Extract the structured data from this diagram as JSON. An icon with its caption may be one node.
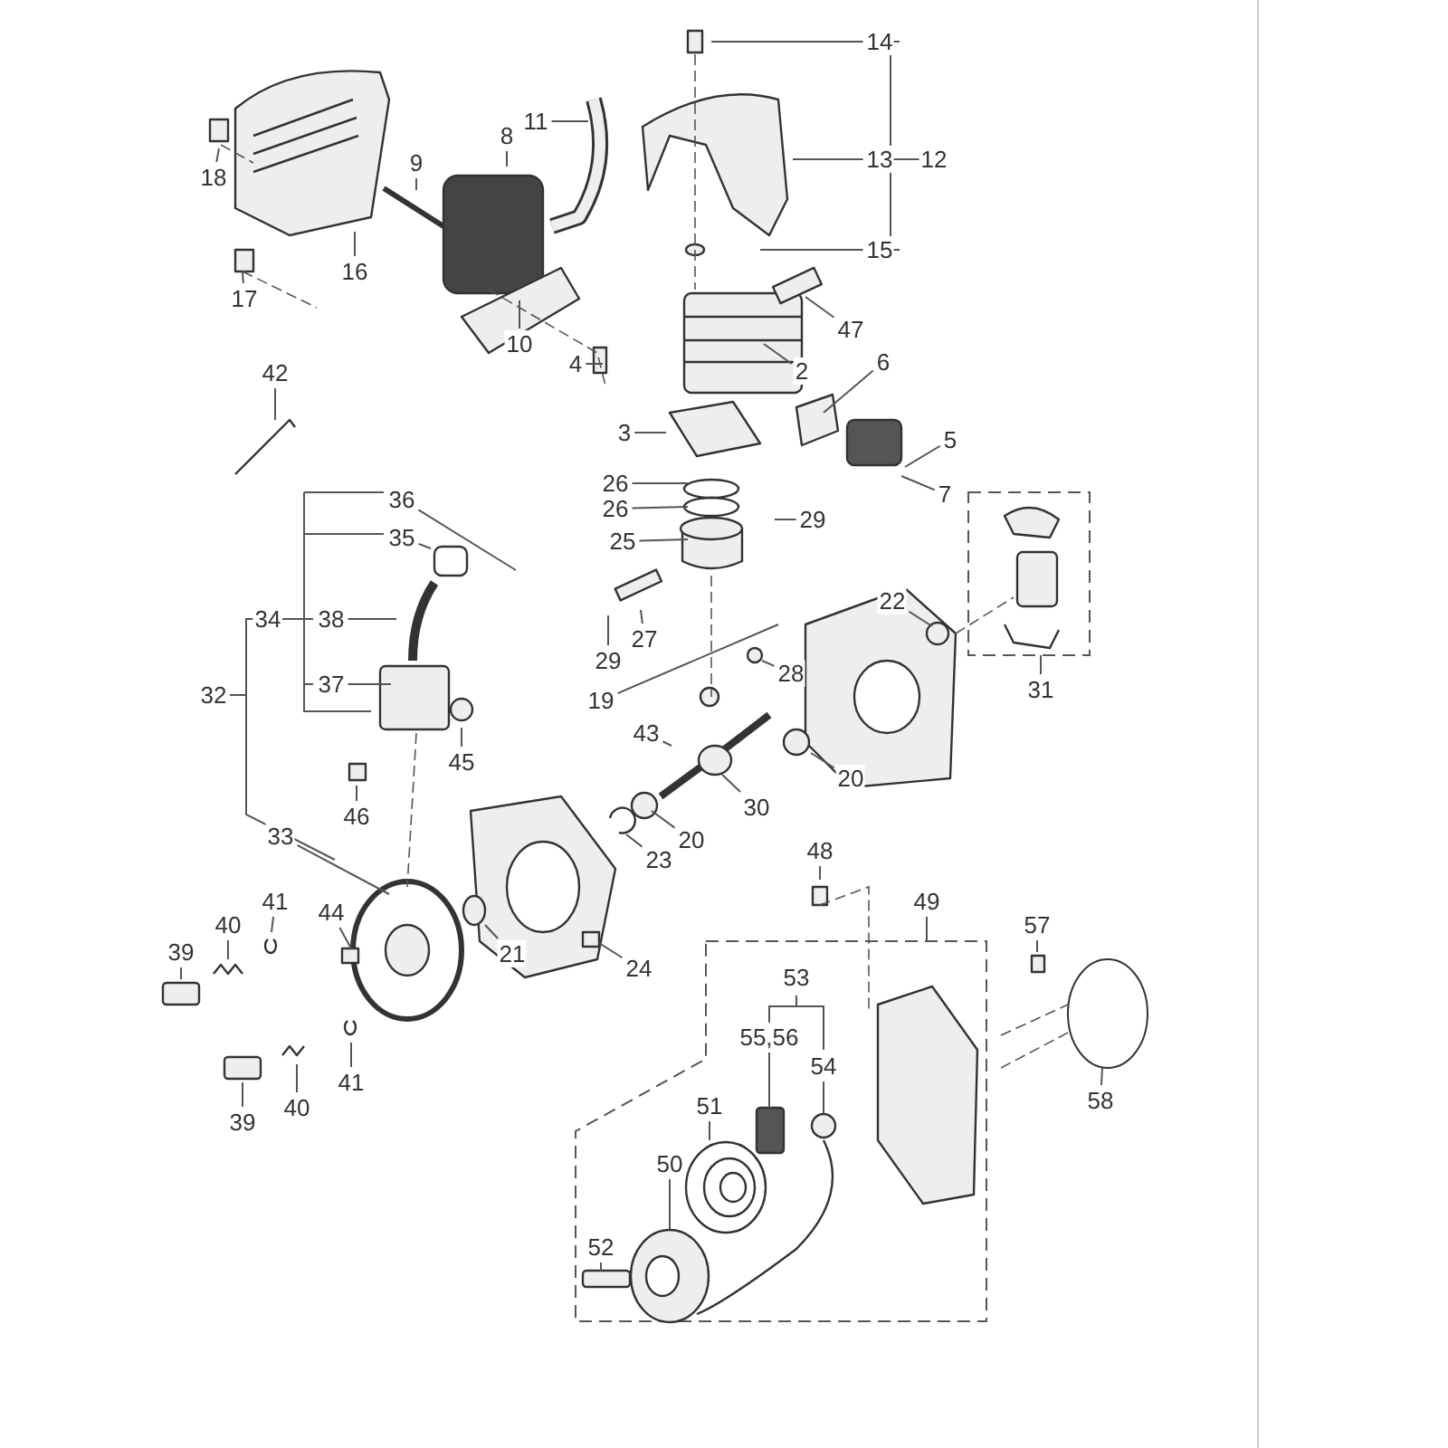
{
  "diagram": {
    "nodes": [
      {
        "text": [
          "14"
        ]
      },
      {
        "text": [
          "11"
        ]
      },
      {
        "text": [
          "8"
        ]
      },
      {
        "text": [
          "13"
        ]
      },
      {
        "text": [
          "12"
        ]
      },
      {
        "text": [
          "9"
        ]
      },
      {
        "text": [
          "18"
        ]
      },
      {
        "text": [
          "15"
        ]
      },
      {
        "text": [
          "16"
        ]
      },
      {
        "text": [
          "17"
        ]
      },
      {
        "text": [
          "47"
        ]
      },
      {
        "text": [
          "10"
        ]
      },
      {
        "text": [
          "4"
        ]
      },
      {
        "text": [
          "6"
        ]
      },
      {
        "text": [
          "2"
        ]
      },
      {
        "text": [
          "42"
        ]
      },
      {
        "text": [
          "3"
        ]
      },
      {
        "text": [
          "5"
        ]
      },
      {
        "text": [
          "26"
        ]
      },
      {
        "text": [
          "7"
        ]
      },
      {
        "text": [
          "36"
        ]
      },
      {
        "text": [
          "26"
        ]
      },
      {
        "text": [
          "29"
        ]
      },
      {
        "text": [
          "35"
        ]
      },
      {
        "text": [
          "25"
        ]
      },
      {
        "text": [
          "22"
        ]
      },
      {
        "text": [
          "34"
        ]
      },
      {
        "text": [
          "38"
        ]
      },
      {
        "text": [
          "27"
        ]
      },
      {
        "text": [
          "29"
        ]
      },
      {
        "text": [
          "37"
        ]
      },
      {
        "text": [
          "28"
        ]
      },
      {
        "text": [
          "31"
        ]
      },
      {
        "text": [
          "32"
        ]
      },
      {
        "text": [
          "19"
        ]
      },
      {
        "text": [
          "43"
        ]
      },
      {
        "text": [
          "20"
        ]
      },
      {
        "text": [
          "45"
        ]
      },
      {
        "text": [
          "30"
        ]
      },
      {
        "text": [
          "46"
        ]
      },
      {
        "text": [
          "33"
        ]
      },
      {
        "text": [
          "20"
        ]
      },
      {
        "text": [
          "48"
        ]
      },
      {
        "text": [
          "23"
        ]
      },
      {
        "text": [
          "49"
        ]
      },
      {
        "text": [],
        "shape": "box"
      },
      {
        "text": [
          "44"
        ]
      },
      {
        "text": [
          "41"
        ]
      },
      {
        "text": [
          "57"
        ]
      },
      {
        "text": [
          "40"
        ]
      },
      {
        "text": [
          "21"
        ]
      },
      {
        "text": [
          "39"
        ]
      },
      {
        "text": [
          "24"
        ]
      },
      {
        "text": [
          "53"
        ],
        "in": 45
      },
      {
        "text": [
          "55,56"
        ],
        "in": 45
      },
      {
        "text": [
          "54"
        ],
        "in": 45
      },
      {
        "text": [
          "41"
        ]
      },
      {
        "text": [
          "58"
        ]
      },
      {
        "text": [
          "40"
        ]
      },
      {
        "text": [
          "51"
        ],
        "in": 45
      },
      {
        "text": [
          "39"
        ]
      },
      {
        "text": [
          "50"
        ],
        "in": 45
      },
      {
        "text": [
          "52"
        ],
        "in": 45
      },
      {
        "text": [],
        "shape": "box"
      },
      {
        "text": [],
        "shape": "box",
        "in": 45
      },
      {
        "text": [],
        "shape": "circle",
        "in": 45
      },
      {
        "text": [],
        "shape": "picture",
        "in": 45
      },
      {
        "text": [],
        "shape": "picture",
        "in": 45
      },
      {
        "text": [],
        "shape": "box",
        "in": 45
      }
    ],
    "edges": [
      {
        "from": 0,
        "to": null,
        "arrow": "none"
      },
      {
        "from": 1,
        "to": null,
        "arrow": "none"
      },
      {
        "from": 2,
        "to": null,
        "arrow": "none"
      },
      {
        "from": 3,
        "to": null,
        "arrow": "none"
      },
      {
        "from": 5,
        "to": null,
        "arrow": "none"
      },
      {
        "from": 6,
        "to": null,
        "arrow": "none"
      },
      {
        "from": 7,
        "to": null,
        "arrow": "none"
      },
      {
        "from": 8,
        "to": null,
        "arrow": "none"
      },
      {
        "from": 9,
        "to": null,
        "arrow": "none"
      },
      {
        "from": 10,
        "to": null,
        "arrow": "none"
      },
      {
        "from": 11,
        "to": null,
        "arrow": "none"
      },
      {
        "from": 12,
        "to": null,
        "arrow": "none"
      },
      {
        "from": 13,
        "to": null,
        "arrow": "none"
      },
      {
        "from": 14,
        "to": null,
        "arrow": "none"
      },
      {
        "from": 15,
        "to": null,
        "arrow": "none"
      },
      {
        "from": 16,
        "to": null,
        "arrow": "none"
      },
      {
        "from": 17,
        "to": null,
        "arrow": "none"
      },
      {
        "from": 18,
        "to": null,
        "arrow": "none"
      },
      {
        "from": 19,
        "to": null,
        "arrow": "none"
      },
      {
        "from": 20,
        "to": null,
        "arrow": "none"
      },
      {
        "from": 21,
        "to": null,
        "arrow": "none"
      },
      {
        "from": 22,
        "to": null,
        "arrow": "none"
      },
      {
        "from": 23,
        "to": null,
        "arrow": "none"
      },
      {
        "from": 24,
        "to": null,
        "arrow": "none"
      },
      {
        "from": 25,
        "to": null,
        "arrow": "none"
      },
      {
        "from": 27,
        "to": null,
        "arrow": "none"
      },
      {
        "from": 28,
        "to": null,
        "arrow": "none"
      },
      {
        "from": 29,
        "to": null,
        "arrow": "none"
      },
      {
        "from": 30,
        "to": null,
        "arrow": "none"
      },
      {
        "from": 31,
        "to": null,
        "arrow": "none"
      },
      {
        "from": 32,
        "to": 63,
        "arrow": "none"
      },
      {
        "from": 34,
        "to": null,
        "arrow": "none"
      },
      {
        "from": 35,
        "to": null,
        "arrow": "none"
      },
      {
        "from": 36,
        "to": null,
        "arrow": "none"
      },
      {
        "from": 37,
        "to": null,
        "arrow": "none"
      },
      {
        "from": 38,
        "to": null,
        "arrow": "none"
      },
      {
        "from": 39,
        "to": null,
        "arrow": "none"
      },
      {
        "from": 40,
        "to": null,
        "arrow": "none"
      },
      {
        "from": 41,
        "to": null,
        "arrow": "none"
      },
      {
        "from": 42,
        "to": null,
        "arrow": "none"
      },
      {
        "from": 43,
        "to": null,
        "arrow": "none"
      },
      {
        "from": 44,
        "to": 45,
        "arrow": "none"
      },
      {
        "from": 46,
        "to": null,
        "arrow": "none"
      },
      {
        "from": 47,
        "to": null,
        "arrow": "none"
      },
      {
        "from": 48,
        "to": null,
        "arrow": "none"
      },
      {
        "from": 49,
        "to": null,
        "arrow": "none"
      },
      {
        "from": 50,
        "to": null,
        "arrow": "none"
      },
      {
        "from": 51,
        "to": null,
        "arrow": "none"
      },
      {
        "from": 52,
        "to": null,
        "arrow": "none"
      },
      {
        "from": 54,
        "to": 64,
        "arrow": "none"
      },
      {
        "from": 55,
        "to": 65,
        "arrow": "none"
      },
      {
        "from": 56,
        "to": null,
        "arrow": "none"
      },
      {
        "from": 57,
        "to": null,
        "arrow": "none"
      },
      {
        "from": 58,
        "to": null,
        "arrow": "none"
      },
      {
        "from": 59,
        "to": 66,
        "arrow": "none"
      },
      {
        "from": 60,
        "to": null,
        "arrow": "none"
      },
      {
        "from": 61,
        "to": 67,
        "arrow": "none"
      },
      {
        "from": 62,
        "to": 68,
        "arrow": "none"
      }
    ]
  }
}
